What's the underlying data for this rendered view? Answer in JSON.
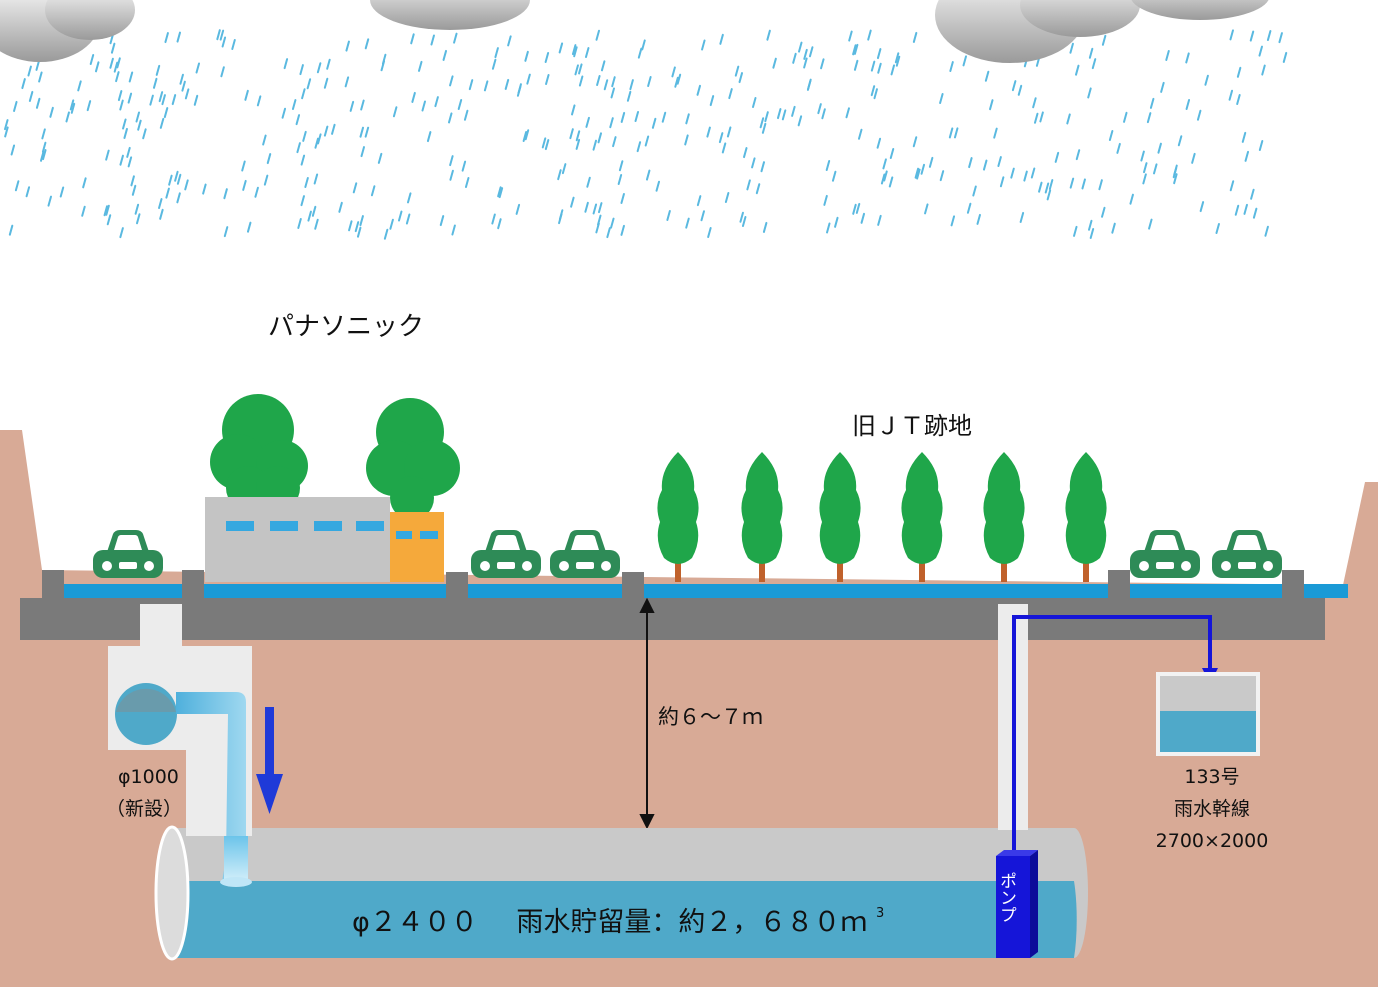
{
  "labels": {
    "building_name": "パナソニック",
    "site_name": "旧ＪＴ跡地",
    "depth_label": "約６～７ｍ",
    "branch_pipe_size": "φ1000",
    "branch_pipe_note": "（新設）",
    "storage_pipe_size": "φ２４００",
    "storage_label": "雨水貯留量：約２，６８０ｍ",
    "storage_unit_sup": "3",
    "pump_label": "ポンプ",
    "trunk_number": "133号",
    "trunk_name": "雨水幹線",
    "trunk_size": "2700×2000"
  },
  "colors": {
    "sky": "#ffffff",
    "soil": "#d8aa96",
    "road": "#7a7a7a",
    "sidewalk": "#1a9ad6",
    "car": "#2e8b57",
    "tree": "#1fa64a",
    "trunk_wood": "#c0612b",
    "building": "#c4c4c4",
    "building_annex": "#f5a93b",
    "window": "#35a8e0",
    "pipe_shell": "#c9c9c9",
    "water": "#4fa9c9",
    "pump": "#1515d8",
    "arrow_blue": "#1f3ad8"
  }
}
